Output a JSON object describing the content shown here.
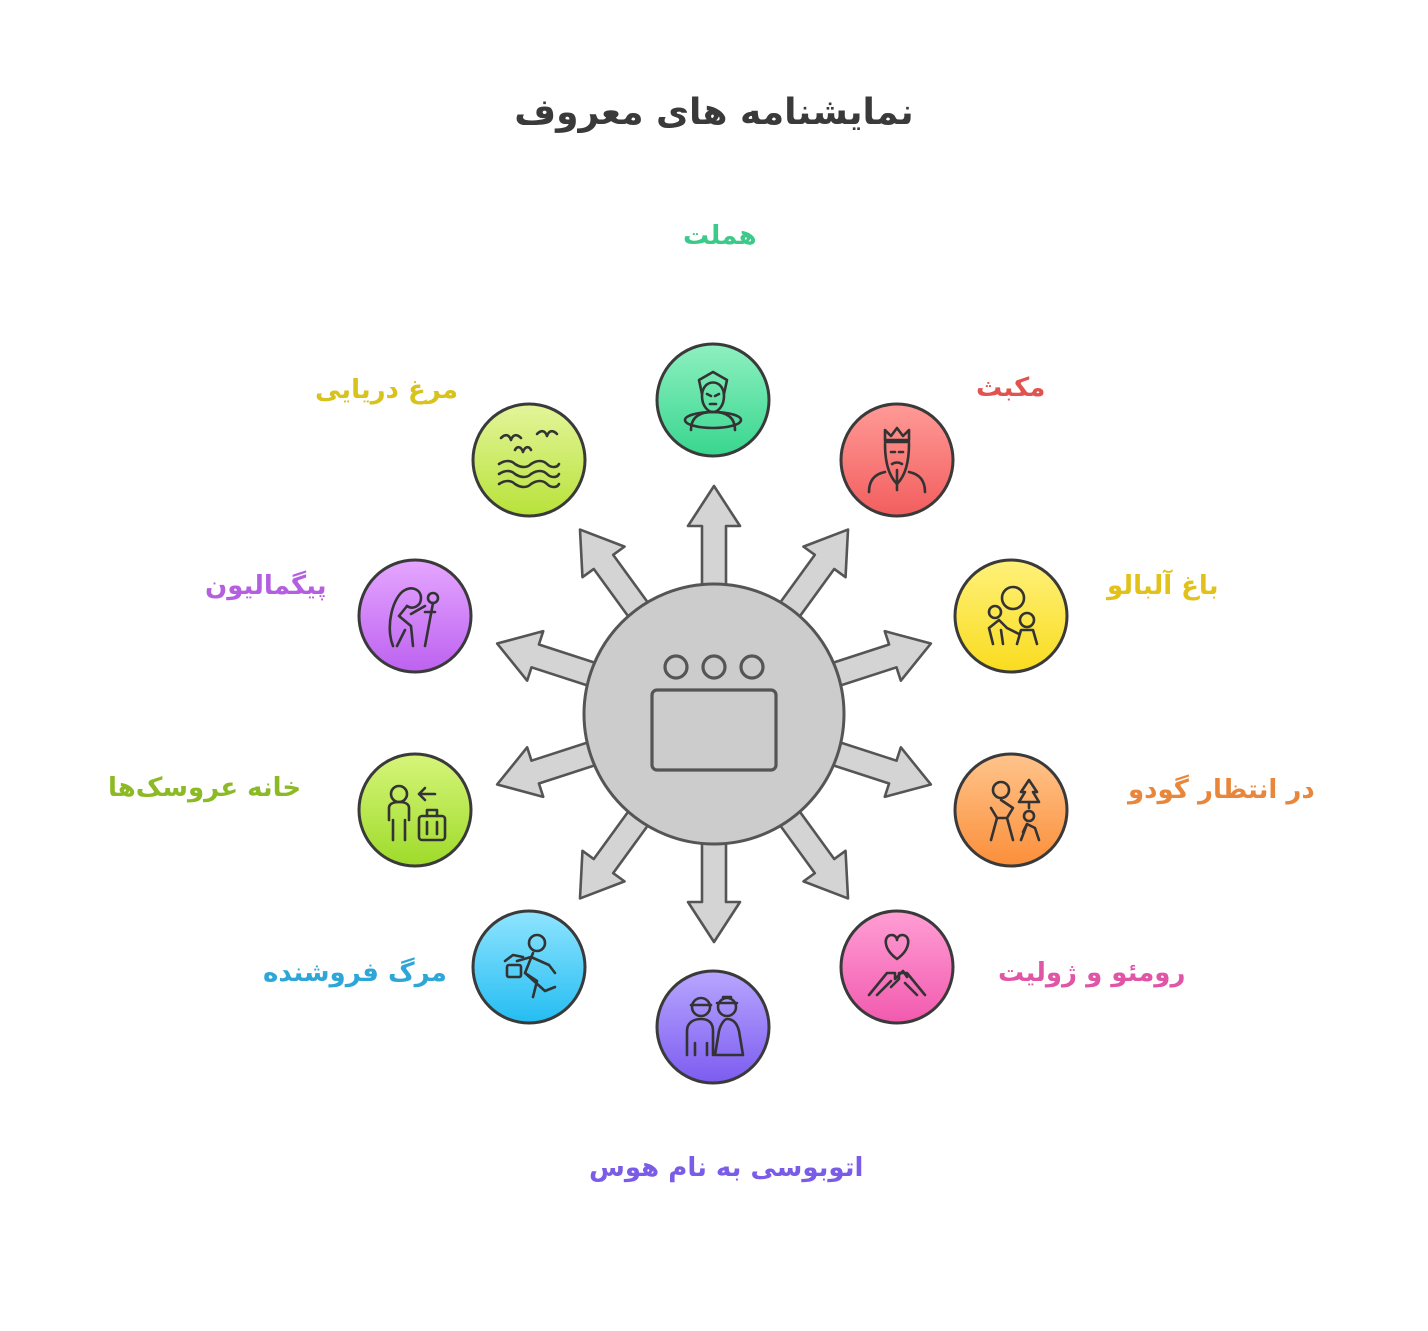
{
  "title": "نمایشنامه های معروف",
  "center": {
    "icon": "theater-stage-icon"
  },
  "items": [
    {
      "id": "hamlet",
      "label": "هملت",
      "color": "#3cc98a",
      "icon": "hamlet-alien-icon"
    },
    {
      "id": "macbeth",
      "label": "مکبث",
      "color": "#e0534f",
      "icon": "bearded-king-icon"
    },
    {
      "id": "cherry",
      "label": "باغ آلبالو",
      "color": "#e2c21a",
      "icon": "family-icon"
    },
    {
      "id": "godot",
      "label": "در انتظار گودو",
      "color": "#e8873c",
      "icon": "hikers-tree-icon"
    },
    {
      "id": "romeo",
      "label": "رومئو و ژولیت",
      "color": "#e055a6",
      "icon": "heart-hands-icon"
    },
    {
      "id": "streetcar",
      "label": "اتوبوسی به نام هوس",
      "color": "#7a5ce8",
      "icon": "couple-icon"
    },
    {
      "id": "salesman",
      "label": "مرگ فروشنده",
      "color": "#2ea7d6",
      "icon": "salesman-running-icon"
    },
    {
      "id": "dollhouse",
      "label": "خانه عروسک‌ها",
      "color": "#8cba24",
      "icon": "traveler-luggage-icon"
    },
    {
      "id": "pygmalion",
      "label": "پیگمالیون",
      "color": "#b45ee0",
      "icon": "woman-staff-icon"
    },
    {
      "id": "seagull",
      "label": "مرغ دریایی",
      "color": "#d8c21c",
      "icon": "seagull-waves-icon"
    }
  ]
}
